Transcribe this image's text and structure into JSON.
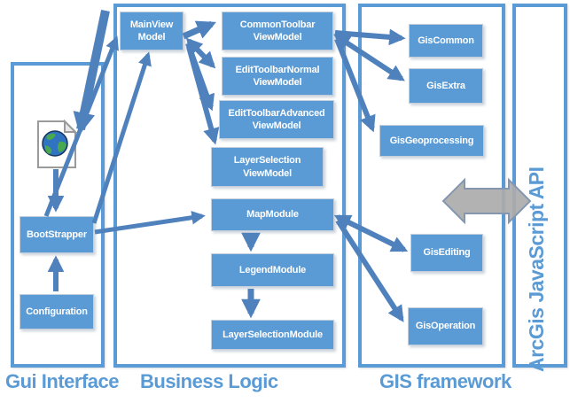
{
  "title": "MVVM GIS application architecture diagram",
  "columns": {
    "gui": {
      "label": "Gui Interface"
    },
    "business": {
      "label": "Business Logic"
    },
    "gis": {
      "label": "GIS framework"
    },
    "arcgis": {
      "label": "ArcGis JavaScript API"
    }
  },
  "nodes": {
    "mainviewmodel": {
      "label": "MainView\nModel"
    },
    "commontoolbar": {
      "label": "CommonToolbar\nViewModel"
    },
    "edittoolbarnormal": {
      "label": "EditToolbarNormal\nViewModel"
    },
    "edittoolbaradvanced": {
      "label": "EditToolbarAdvanced\nViewModel"
    },
    "layerselectionvm": {
      "label": "LayerSelection\nViewModel"
    },
    "mapmodule": {
      "label": "MapModule"
    },
    "legendmodule": {
      "label": "LegendModule"
    },
    "layerselectionmodule": {
      "label": "LayerSelectionModule"
    },
    "bootstrapper": {
      "label": "BootStrapper"
    },
    "configuration": {
      "label": "Configuration"
    },
    "giscommon": {
      "label": "GisCommon"
    },
    "gisextra": {
      "label": "GisExtra"
    },
    "gisgeoprocessing": {
      "label": "GisGeoprocessing"
    },
    "gisediting": {
      "label": "GisEditing"
    },
    "gisoperation": {
      "label": "GisOperation"
    }
  },
  "icons": {
    "web_page_icon": "web-page-with-globe"
  },
  "edges": [
    {
      "from": "MainViewModel",
      "to": "CommonToolbarViewModel",
      "dir": "one"
    },
    {
      "from": "MainViewModel",
      "to": "EditToolbarNormalViewModel",
      "dir": "both"
    },
    {
      "from": "MainViewModel",
      "to": "EditToolbarAdvancedViewModel",
      "dir": "one"
    },
    {
      "from": "MainViewModel",
      "to": "LayerSelectionViewModel",
      "dir": "one"
    },
    {
      "from": "MainViewModel",
      "to": "WebPage",
      "dir": "one",
      "style": "thick"
    },
    {
      "from": "WebPage",
      "to": "BootStrapper",
      "dir": "one"
    },
    {
      "from": "Configuration",
      "to": "BootStrapper",
      "dir": "one"
    },
    {
      "from": "BootStrapper",
      "to": "MainViewModel",
      "dir": "one"
    },
    {
      "from": "BootStrapper",
      "to": "MainViewModel",
      "dir": "one"
    },
    {
      "from": "BootStrapper",
      "to": "MapModule",
      "dir": "one"
    },
    {
      "from": "MapModule",
      "to": "LegendModule",
      "dir": "one"
    },
    {
      "from": "LegendModule",
      "to": "LayerSelectionModule",
      "dir": "one"
    },
    {
      "from": "CommonToolbarViewModel",
      "to": "GisCommon",
      "dir": "one"
    },
    {
      "from": "CommonToolbarViewModel",
      "to": "GisExtra",
      "dir": "both"
    },
    {
      "from": "CommonToolbarViewModel",
      "to": "GisGeoprocessing",
      "dir": "one"
    },
    {
      "from": "MapModule",
      "to": "GisEditing",
      "dir": "both"
    },
    {
      "from": "MapModule",
      "to": "GisOperation",
      "dir": "one"
    },
    {
      "from": "GIS framework",
      "to": "ArcGis JavaScript API",
      "dir": "both",
      "style": "gray-thick"
    }
  ],
  "colors": {
    "node_fill": "#5B9BD5",
    "container_border": "#5B9BD5",
    "arrow": "#4F81BD",
    "gray_arrow_fill": "#ABABAB",
    "gray_arrow_border": "#8496B0",
    "label_text": "#5B9BD5",
    "node_text": "#FFFFFF"
  }
}
